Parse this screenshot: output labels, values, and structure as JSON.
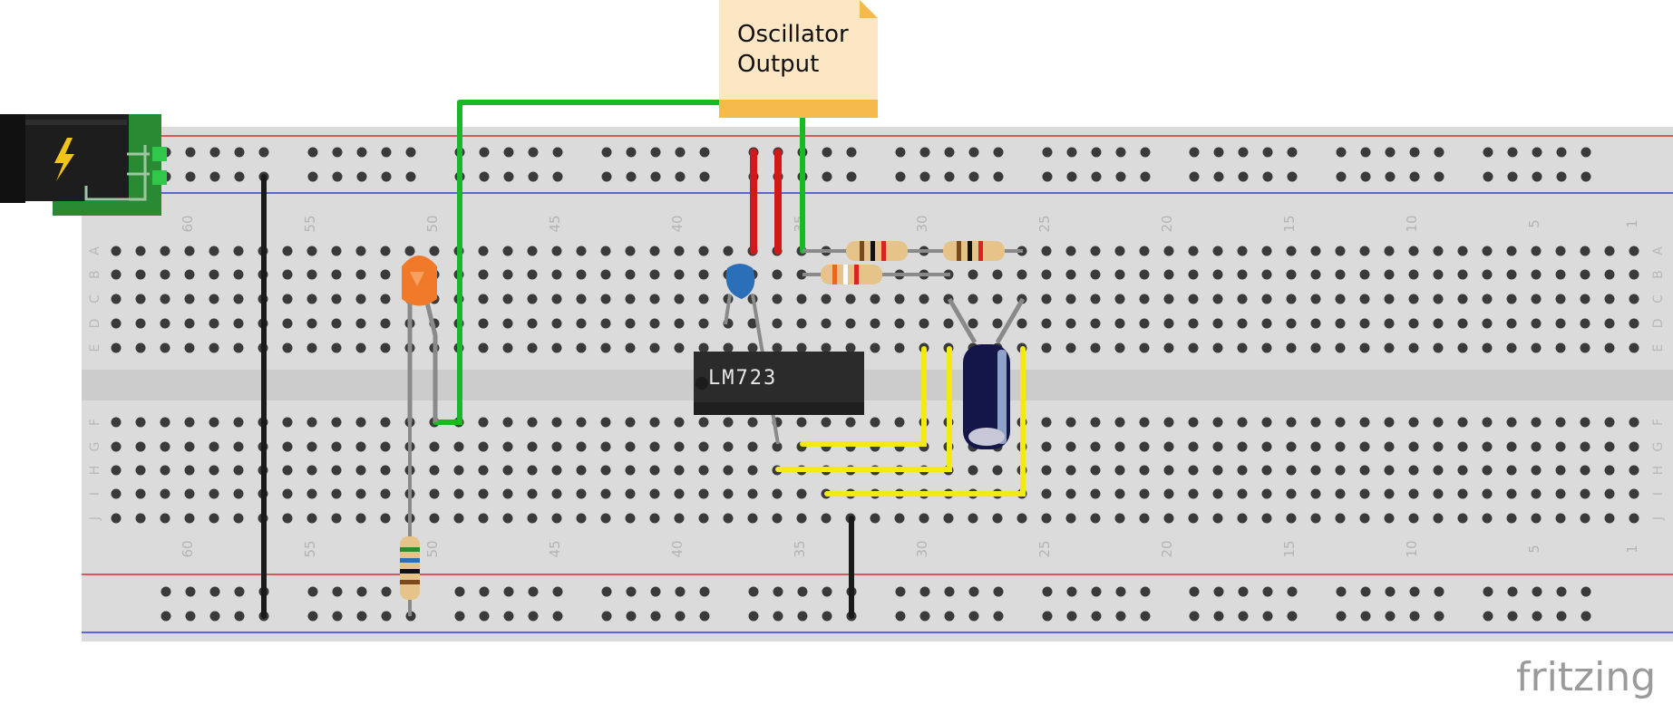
{
  "note": {
    "line1": "Oscillator",
    "line2": "Output"
  },
  "ic": {
    "label": "LM723"
  },
  "brand": {
    "label": "fritzing"
  },
  "breadboard": {
    "column_numbers": [
      "1",
      "5",
      "10",
      "15",
      "20",
      "25",
      "30",
      "35",
      "40",
      "45",
      "50",
      "55",
      "60"
    ],
    "row_letters_top": [
      "A",
      "B",
      "C",
      "D",
      "E"
    ],
    "row_letters_bottom": [
      "F",
      "G",
      "H",
      "I",
      "J"
    ]
  },
  "colors": {
    "green_wire": "#19b829",
    "red_wire": "#d21818",
    "yellow_wire": "#f2ea12",
    "black_wire": "#1a1a1a",
    "note_fill": "#fde6c4",
    "note_bar": "#f6ba4c"
  }
}
